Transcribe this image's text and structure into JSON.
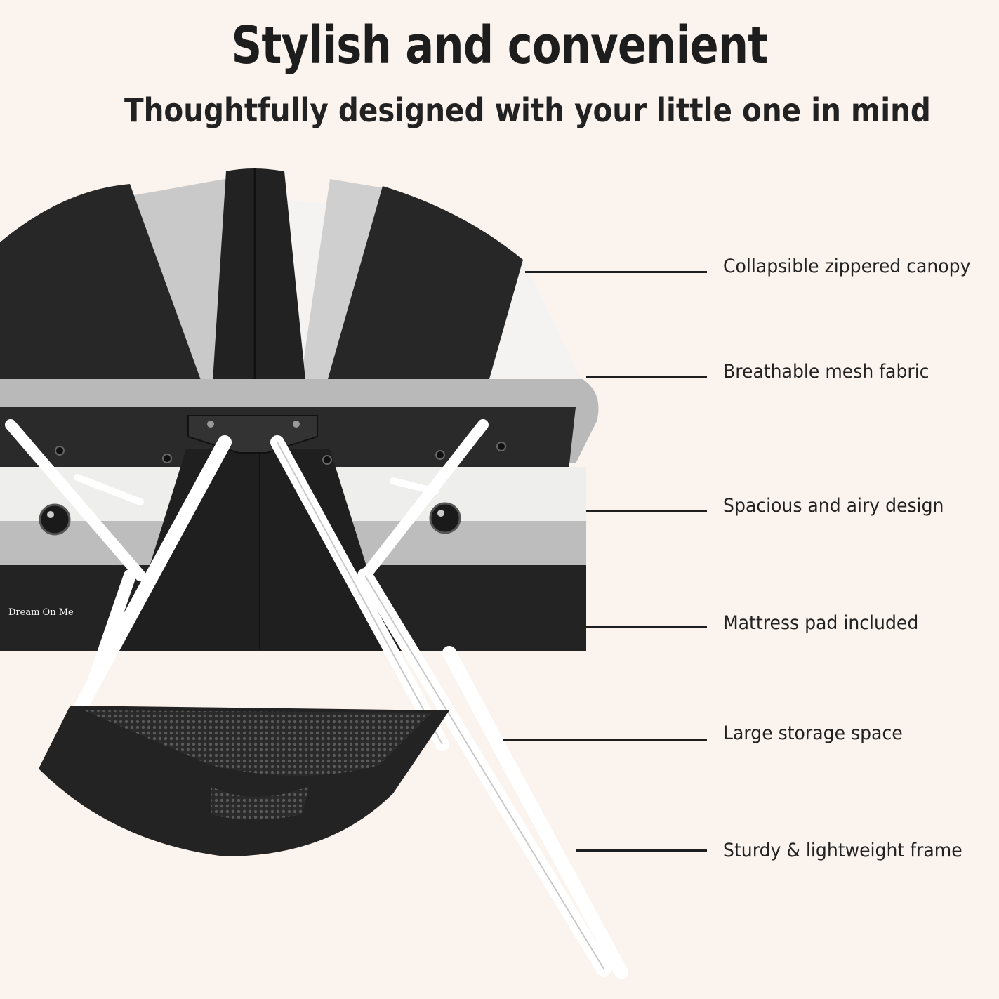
{
  "heading": {
    "title": "Stylish and convenient",
    "subtitle": "Thoughtfully designed with your little one in mind"
  },
  "product": {
    "brand_logo": "Dream On Me",
    "colors": {
      "fabric": "#262626",
      "mesh": "#f2f2f0",
      "mesh_shadow": "#a9a9a9",
      "frame": "#ffffff",
      "background": "#fbf3ee"
    }
  },
  "features": [
    {
      "label": "Collapsible zippered canopy"
    },
    {
      "label": "Breathable mesh fabric"
    },
    {
      "label": "Spacious and airy design"
    },
    {
      "label": "Mattress pad included"
    },
    {
      "label": "Large storage space"
    },
    {
      "label": "Sturdy & lightweight frame"
    }
  ]
}
